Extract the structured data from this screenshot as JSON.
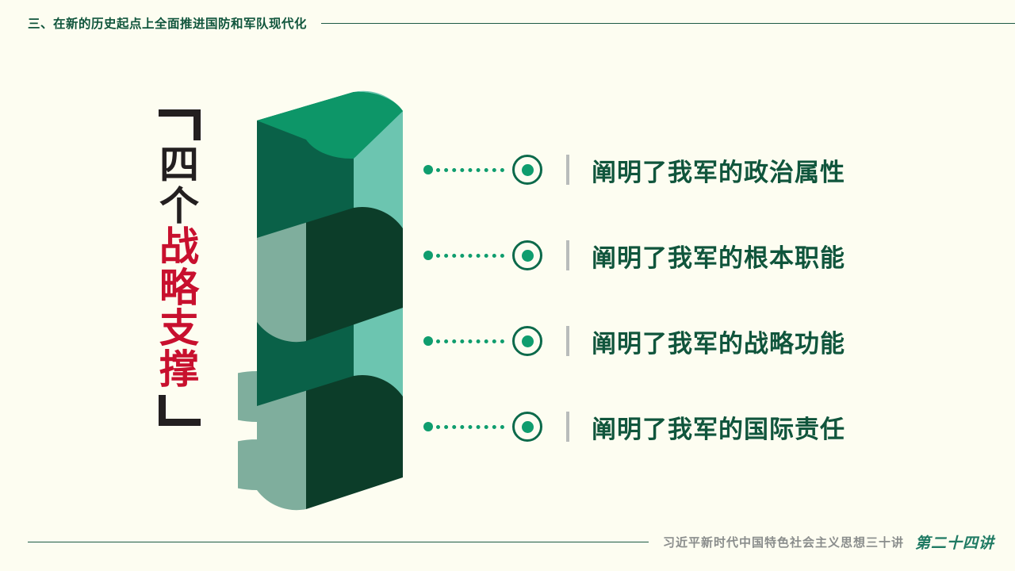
{
  "slide": {
    "background_color": "#FDFDF1",
    "accent_green": "#0F9D6E",
    "dark_green": "#10553C",
    "red": "#C8102E"
  },
  "header": {
    "title": "三、在新的历史起点上全面推进国防和军队现代化"
  },
  "vertical_title": {
    "open_bracket": "「",
    "close_bracket": "」",
    "chars": [
      {
        "text": "四",
        "color": "dark"
      },
      {
        "text": "个",
        "color": "dark"
      },
      {
        "text": "战",
        "color": "red"
      },
      {
        "text": "略",
        "color": "red"
      },
      {
        "text": "支",
        "color": "red"
      },
      {
        "text": "撑",
        "color": "red"
      }
    ],
    "full_text": "「四个战略支撑」"
  },
  "illustration": {
    "name": "stacked-3d-blocks",
    "block_count": 4,
    "colors": {
      "top_face": "#0D9668",
      "front_dark": "#0A6148",
      "side_light": "#6CC5B0",
      "darkest": "#0C3D29",
      "mid_muted": "#7FAE9D",
      "shade": "#17694E"
    }
  },
  "items": [
    {
      "text": "阐明了我军的政治属性"
    },
    {
      "text": "阐明了我军的根本职能"
    },
    {
      "text": "阐明了我军的战略功能"
    },
    {
      "text": "阐明了我军的国际责任"
    }
  ],
  "footer": {
    "series": "习近平新时代中国特色社会主义思想三十讲",
    "lecture": "第二十四讲"
  }
}
